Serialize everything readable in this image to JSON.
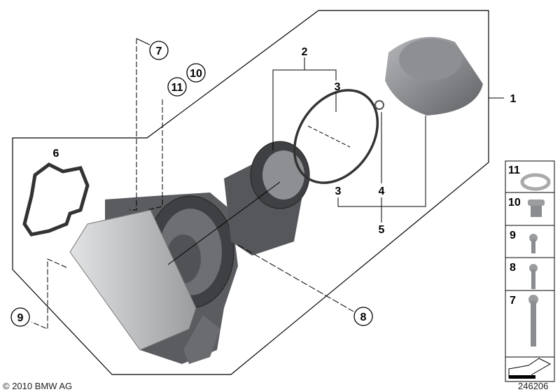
{
  "diagram": {
    "callouts": {
      "c1": "1",
      "c2": "2",
      "c3a": "3",
      "c3b": "3",
      "c4": "4",
      "c5": "5",
      "c6": "6",
      "c7": "7",
      "c8": "8",
      "c9": "9",
      "c10": "10",
      "c11": "11"
    },
    "legend": [
      {
        "number": "11",
        "part": "sealing-ring"
      },
      {
        "number": "10",
        "part": "screw-plug"
      },
      {
        "number": "9",
        "part": "bolt-short"
      },
      {
        "number": "8",
        "part": "bolt-medium"
      },
      {
        "number": "7",
        "part": "bolt-long"
      }
    ],
    "copyright": "© 2010 BMW AG",
    "diagram_number": "246206",
    "colors": {
      "line": "#000000",
      "part_gray": "#8a8c90",
      "part_light": "#c9cacc",
      "part_dark": "#4a4b4f"
    }
  }
}
